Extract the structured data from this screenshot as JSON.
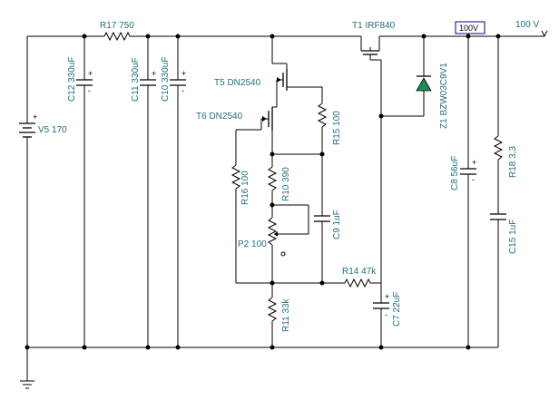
{
  "colors": {
    "wire": "#000000",
    "label": "#1f6f7a",
    "diode": "#1f8a55",
    "probe_box": "#000080"
  },
  "components": {
    "V5": "V5 170",
    "R17": "R17 750",
    "C12": "C12 330uF",
    "C11": "C11 330uF",
    "C10": "C10 330uF",
    "T5": "T5 DN2540",
    "T6": "T6 DN2540",
    "T1": "T1 IRF840",
    "R15": "R15 100",
    "R16": "R16 100",
    "R10": "R10 390",
    "P2": "P2 100",
    "C9": "C9 1uF",
    "R11": "R11 33k",
    "R14": "R14 47k",
    "C7": "C7 22uF",
    "Z1": "Z1 BZW03C9V1",
    "C8": "C8 56uF",
    "R18": "R18 3,3",
    "C15": "C15 1uF"
  },
  "probe": {
    "value": "100V"
  },
  "output": {
    "label": "100 V"
  },
  "polarity": {
    "plus": "+",
    "minus": "-"
  }
}
